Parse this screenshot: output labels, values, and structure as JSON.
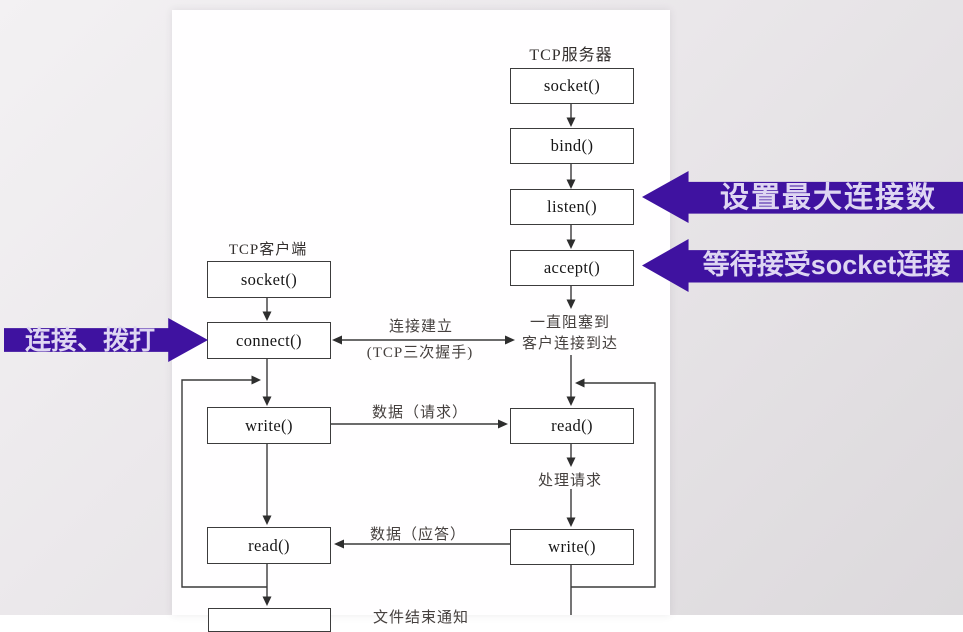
{
  "colors": {
    "callout_bg": "#3f12a0",
    "callout_text": "#ded6f2",
    "line": "#3a3a3a",
    "panel_bg": "#fffeff"
  },
  "server": {
    "title": "TCP服务器",
    "boxes": [
      "socket()",
      "bind()",
      "listen()",
      "accept()",
      "read()",
      "write()"
    ],
    "blocking_note_line1": "一直阻塞到",
    "blocking_note_line2": "客户连接到达",
    "process_note": "处理请求"
  },
  "client": {
    "title": "TCP客户端",
    "boxes": [
      "socket()",
      "connect()",
      "write()",
      "read()"
    ]
  },
  "links": {
    "handshake_line1": "连接建立",
    "handshake_line2": "(TCP三次握手)",
    "request_label": "数据（请求）",
    "response_label": "数据（应答）",
    "eof_label": "文件结束通知"
  },
  "callouts": {
    "listen": "设置最大连接数",
    "accept": "等待接受socket连接",
    "connect": "连接、拨打"
  }
}
